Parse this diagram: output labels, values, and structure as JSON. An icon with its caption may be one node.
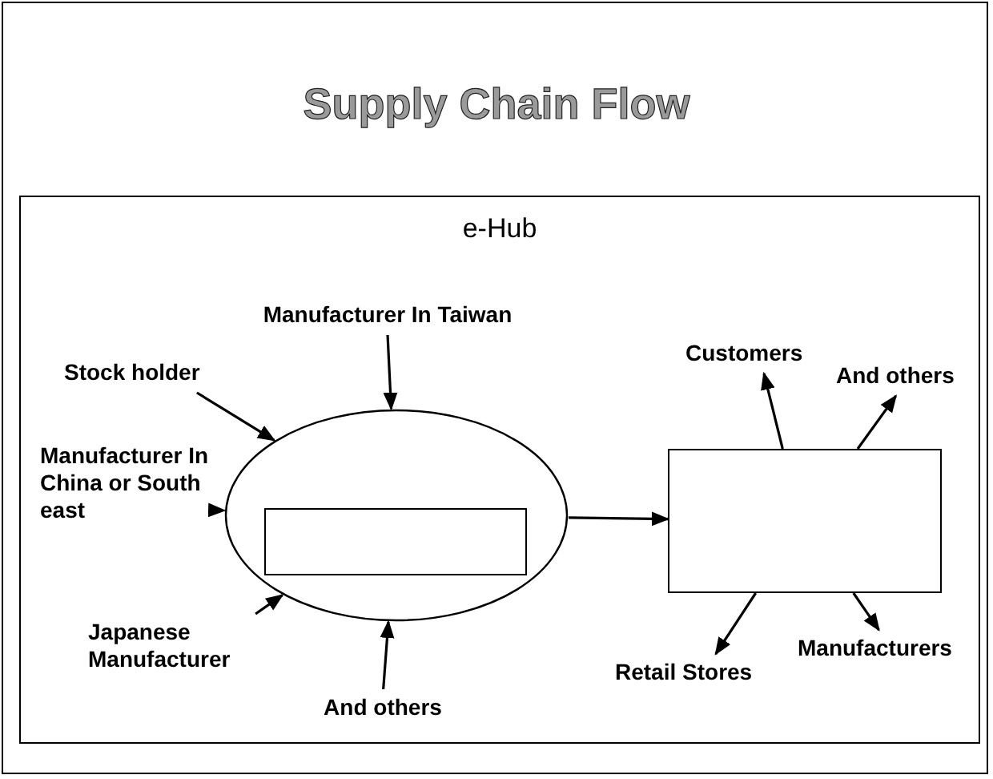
{
  "diagram": {
    "title": "Supply Chain Flow",
    "nodes": [
      {
        "text": [
          "e-Hub"
        ]
      },
      {
        "text": [
          "Manufacturer In Taiwan"
        ],
        "in": 0
      },
      {
        "text": [
          "Stock holder"
        ],
        "in": 0
      },
      {
        "text": [
          "Manufacturer In China or South east"
        ],
        "in": 0
      },
      {
        "text": [
          "Japanese Manufacturer"
        ],
        "in": 0
      },
      {
        "text": [
          "And others"
        ],
        "in": 0
      },
      {
        "text": [],
        "shape": "ellipse",
        "in": 0
      },
      {
        "text": [],
        "shape": "box",
        "in": 6
      },
      {
        "text": [],
        "shape": "box",
        "in": 0
      },
      {
        "text": [
          "Customers"
        ],
        "in": 0
      },
      {
        "text": [
          "And others"
        ],
        "in": 0
      },
      {
        "text": [
          "Retail Stores"
        ],
        "in": 0
      },
      {
        "text": [
          "Manufacturers"
        ],
        "in": 0
      }
    ],
    "edges": [
      {
        "from": 1,
        "to": 6,
        "arrow": "to"
      },
      {
        "from": 2,
        "to": 6,
        "arrow": "to"
      },
      {
        "from": 3,
        "to": 6,
        "arrow": "to"
      },
      {
        "from": 4,
        "to": 6,
        "arrow": "to"
      },
      {
        "from": 5,
        "to": 6,
        "arrow": "to"
      },
      {
        "from": 6,
        "to": 8,
        "arrow": "to"
      },
      {
        "from": 8,
        "to": 9,
        "arrow": "to"
      },
      {
        "from": 8,
        "to": 10,
        "arrow": "to"
      },
      {
        "from": 8,
        "to": 11,
        "arrow": "to"
      },
      {
        "from": 8,
        "to": 12,
        "arrow": "to"
      }
    ]
  }
}
